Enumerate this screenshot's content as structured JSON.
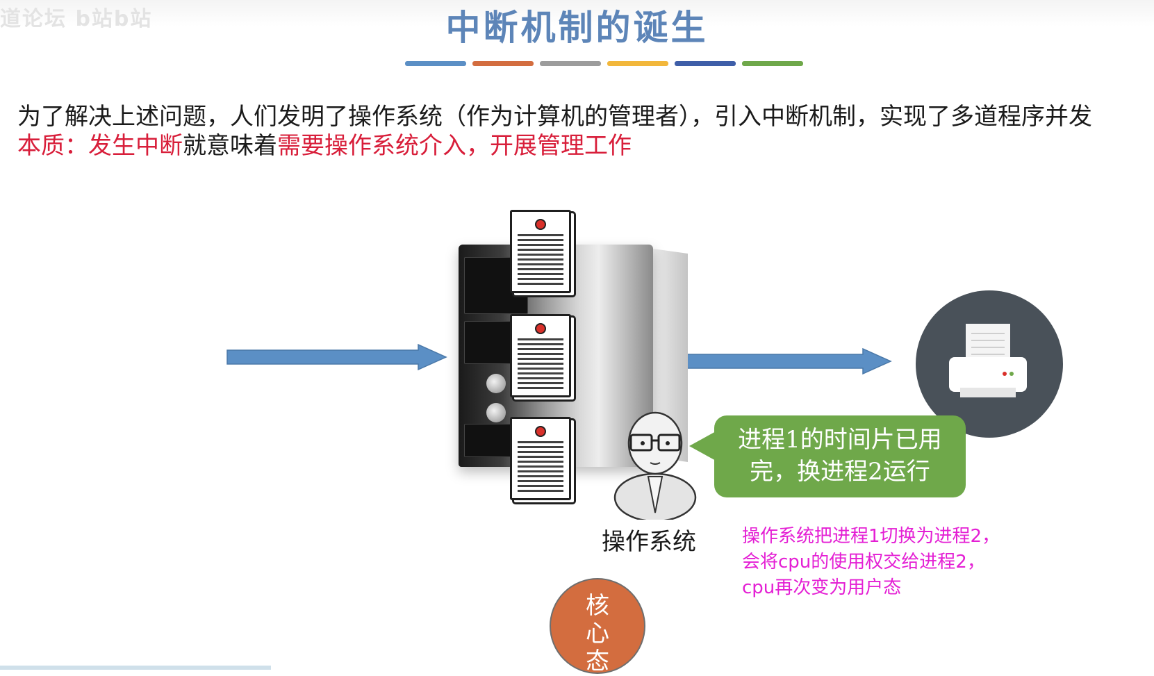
{
  "watermark": "道论坛 b站b站",
  "title": "中断机制的诞生",
  "title_underline_colors": [
    "#5b8fc5",
    "#d36d3f",
    "#9c9c9c",
    "#f2b73b",
    "#3e5ea8",
    "#6fa84a"
  ],
  "intro": "为了解决上述问题，人们发明了操作系统（作为计算机的管理者），引入中断机制，实现了多道程序并发",
  "essence": {
    "part1": "本质：发生中断",
    "part2": "就意味着",
    "part3": "需要操作系统介入，开展管理工作"
  },
  "server": {
    "icon": "server-tower-icon",
    "document_icon": "document-icon"
  },
  "printer": {
    "icon": "printer-icon"
  },
  "os_person": {
    "icon": "person-with-glasses-icon",
    "label": "操作系统"
  },
  "bubble": {
    "line1": "进程1的时间片已用",
    "line2": "完，换进程2运行"
  },
  "note": {
    "line1": "操作系统把进程1切换为进程2，",
    "line2": "会将cpu的使用权交给进程2，",
    "line3": "cpu再次变为用户态"
  },
  "kernel_mode": {
    "char1": "核",
    "char2": "心",
    "char3": "态"
  },
  "colors": {
    "title": "#5d85b8",
    "arrow": "#5b8fc5",
    "highlight_red": "#d81e3a",
    "bubble_green": "#6fa84a",
    "note_magenta": "#e41fd4",
    "kernel_orange": "#d36d3f",
    "printer_bg": "#495159"
  }
}
